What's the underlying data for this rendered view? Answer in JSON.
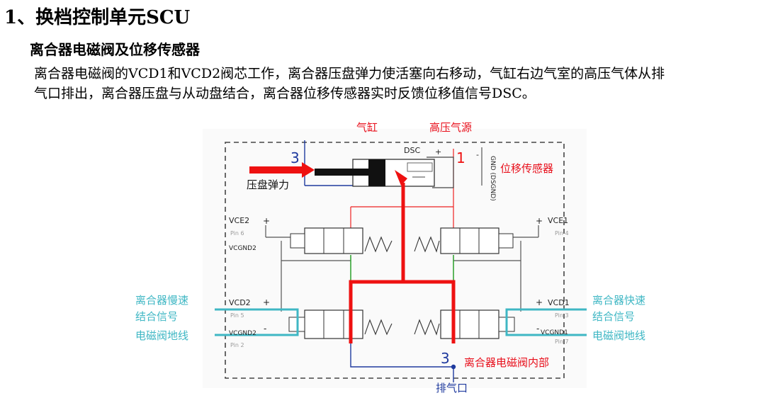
{
  "heading": "1、换档控制单元SCU",
  "subheading": "离合器电磁阀及位移传感器",
  "paragraph": {
    "line1": "离合器电磁阀的VCD1和VCD2阀芯工作，离合器压盘弹力使活塞向右移动，气缸右边气室的高压气体从排",
    "line2": "气口排出，离合器压盘与从动盘结合，离合器位移传感器实时反馈位移值信号DSC。"
  },
  "diagram": {
    "annotations": {
      "cylinder": "气缸",
      "high_pressure_source": "高压气源",
      "displacement_sensor": "位移传感器",
      "platen_spring_force": "压盘弹力",
      "slow_engage_signal": [
        "离合器慢速",
        "结合信号"
      ],
      "fast_engage_signal": [
        "离合器快速",
        "结合信号"
      ],
      "valve_ground_left": "电磁阀地线",
      "valve_ground_right": "电磁阀地线",
      "valve_internal": "离合器电磁阀内部",
      "exhaust_port": "排气口"
    },
    "port_numbers": {
      "port_3_top": "3",
      "port_1": "1",
      "port_3_bottom": "3"
    },
    "schematic_labels": {
      "dsc": "DSC",
      "plus_top": "+",
      "minus_top": "-",
      "gnd_dsgnd": "GND (DSGND)",
      "vce2": "VCE2",
      "vce1": "VCE1",
      "pin6": "Pin 6",
      "pin4": "Pin 4",
      "vcgnd2_top": "VCGND2",
      "vcd2": "VCD2",
      "vcd1": "VCD1",
      "pin5": "Pin 5",
      "pin3": "Pin 3",
      "vcgnd2_bottom": "VCGND2",
      "vcgnd1": "VCGND1",
      "pin2": "Pin 2",
      "pin7": "Pin 7",
      "plus": "+",
      "minus": "-"
    },
    "colors": {
      "annotation_red": "#e8101c",
      "annotation_cyan": "#3fb7c4",
      "port_blue": "#1f3a9e",
      "flow_red": "#ee1111",
      "line_gray": "#555555"
    }
  }
}
